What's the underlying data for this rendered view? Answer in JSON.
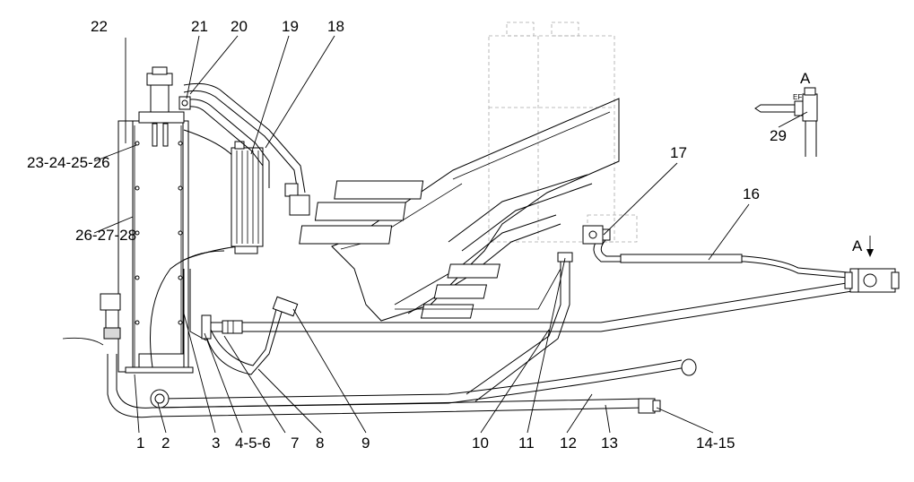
{
  "view_title": "A",
  "view_arrow_label": "A",
  "callouts": [
    {
      "id": "c1",
      "text": "1"
    },
    {
      "id": "c2",
      "text": "2"
    },
    {
      "id": "c3",
      "text": "3"
    },
    {
      "id": "c4",
      "text": "4-5-6"
    },
    {
      "id": "c7",
      "text": "7"
    },
    {
      "id": "c8",
      "text": "8"
    },
    {
      "id": "c9",
      "text": "9"
    },
    {
      "id": "c10",
      "text": "10"
    },
    {
      "id": "c11",
      "text": "11"
    },
    {
      "id": "c12",
      "text": "12"
    },
    {
      "id": "c13",
      "text": "13"
    },
    {
      "id": "c14",
      "text": "14-15"
    },
    {
      "id": "c16",
      "text": "16"
    },
    {
      "id": "c17",
      "text": "17"
    },
    {
      "id": "c18",
      "text": "18"
    },
    {
      "id": "c19",
      "text": "19"
    },
    {
      "id": "c20",
      "text": "20"
    },
    {
      "id": "c21",
      "text": "21"
    },
    {
      "id": "c22",
      "text": "22"
    },
    {
      "id": "c23",
      "text": "23-24-25-26"
    },
    {
      "id": "c26",
      "text": "26-27-28"
    },
    {
      "id": "c29",
      "text": "29"
    }
  ],
  "detail_marking": "EF"
}
